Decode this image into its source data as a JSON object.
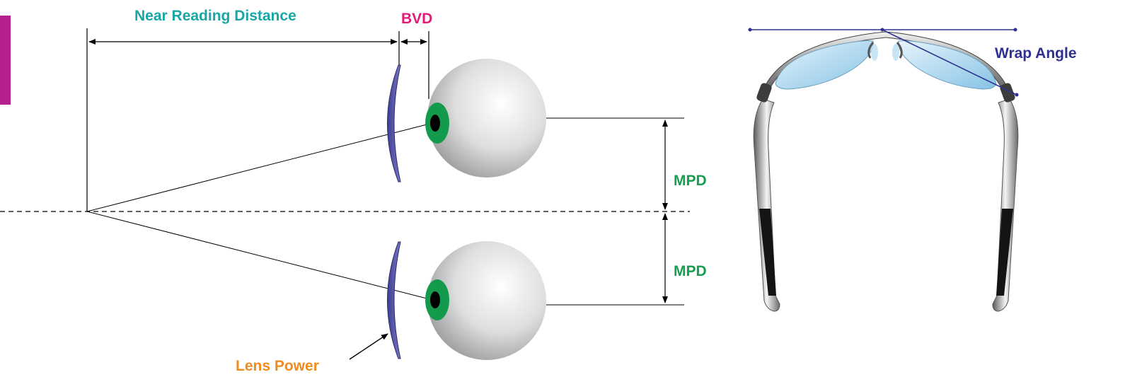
{
  "labels": {
    "near_reading_distance": "Near Reading Distance",
    "bvd": "BVD",
    "mpd_upper": "MPD",
    "mpd_lower": "MPD",
    "lens_power": "Lens Power",
    "wrap_angle": "Wrap Angle"
  },
  "colors": {
    "accent_bar": "#b5208f",
    "teal": "#1ba6a6",
    "magenta": "#e5197a",
    "green": "#14a050",
    "orange": "#f08c1e",
    "navy": "#2e3192",
    "lens_fill": "#5a58a8",
    "iris": "#149a4c"
  }
}
